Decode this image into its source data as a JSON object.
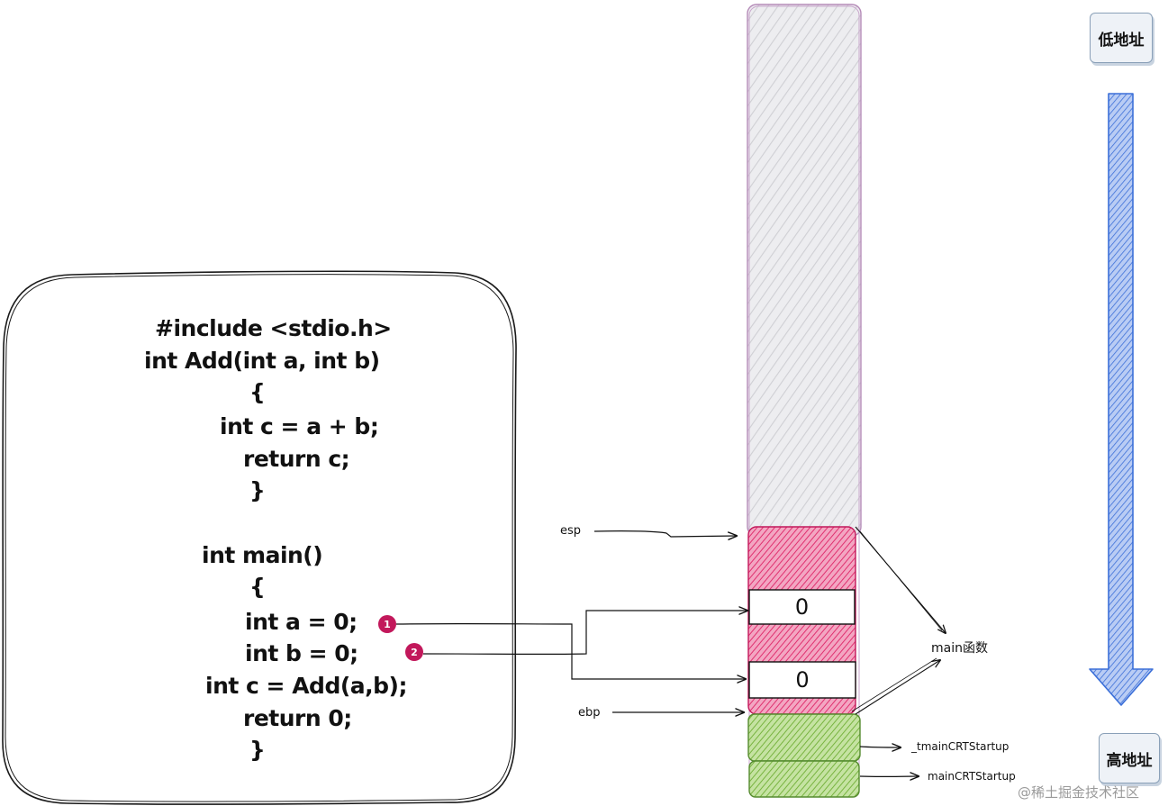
{
  "code": {
    "lines": [
      "#include <stdio.h>",
      "int Add(int a, int b)",
      "{",
      "int c = a + b;",
      "return c;",
      "}",
      "int main()",
      "{",
      "int a = 0;",
      "int b = 0;",
      "int c = Add(a,b);",
      "return 0;",
      "}"
    ]
  },
  "markers": [
    "1",
    "2"
  ],
  "stack": {
    "cell_a_value": "0",
    "cell_b_value": "0",
    "colors": {
      "free_fill": "#dcdce0",
      "main_fill": "#e8528a",
      "crt_fill": "#8bc34a",
      "arrow_blue": "#3b6fd8"
    }
  },
  "labels": {
    "esp": "esp",
    "ebp": "ebp",
    "main_func": "main函数",
    "tmain": "_tmainCRTStartup",
    "main_crt": "mainCRTStartup"
  },
  "address": {
    "low": "低地址",
    "high": "高地址"
  },
  "watermark": "@稀土掘金技术社区"
}
